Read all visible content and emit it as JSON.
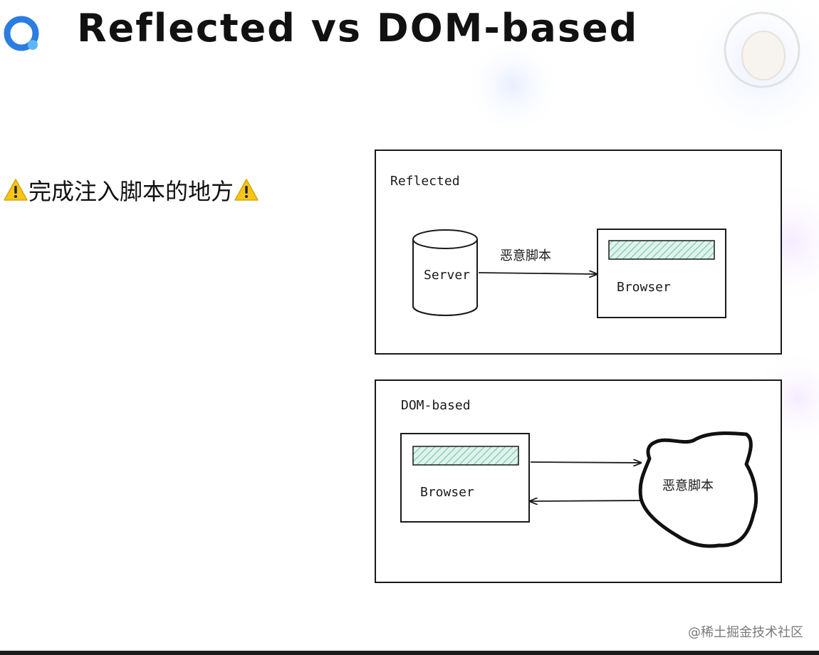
{
  "slide": {
    "title": "Reflected vs DOM-based",
    "note_text": "完成注入脚本的地方",
    "icons": {
      "logo": "app-logo-ring",
      "warning": "warning-icon"
    }
  },
  "diagrams": {
    "reflected": {
      "label": "Reflected",
      "server_label": "Server",
      "arrow_label": "恶意脚本",
      "browser_label": "Browser"
    },
    "dom_based": {
      "label": "DOM-based",
      "browser_label": "Browser",
      "cloud_label": "恶意脚本"
    }
  },
  "footer": {
    "watermark": "@稀土掘金技术社区"
  },
  "colors": {
    "accent_blue": "#2a7de1",
    "hatch_green": "#8fd3c0",
    "warning_yellow": "#f5c518",
    "ink": "#1a1a1a"
  }
}
